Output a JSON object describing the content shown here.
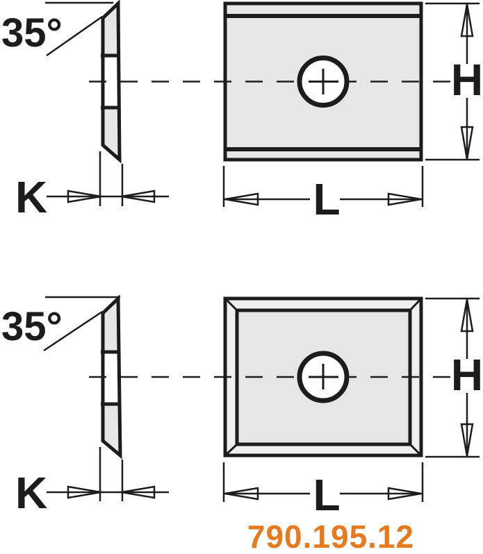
{
  "part_number": "790.195.12",
  "colors": {
    "accent": "#e87a1e",
    "line": "#1c1c1c",
    "fill": "#e6e6e8",
    "fill_light": "#efeff1",
    "background": "#ffffff"
  },
  "top_drawing": {
    "angle_label": "35°",
    "thickness_label": "K",
    "length_label": "L",
    "height_label": "H"
  },
  "bottom_drawing": {
    "angle_label": "35°",
    "thickness_label": "K",
    "length_label": "L",
    "height_label": "H"
  }
}
